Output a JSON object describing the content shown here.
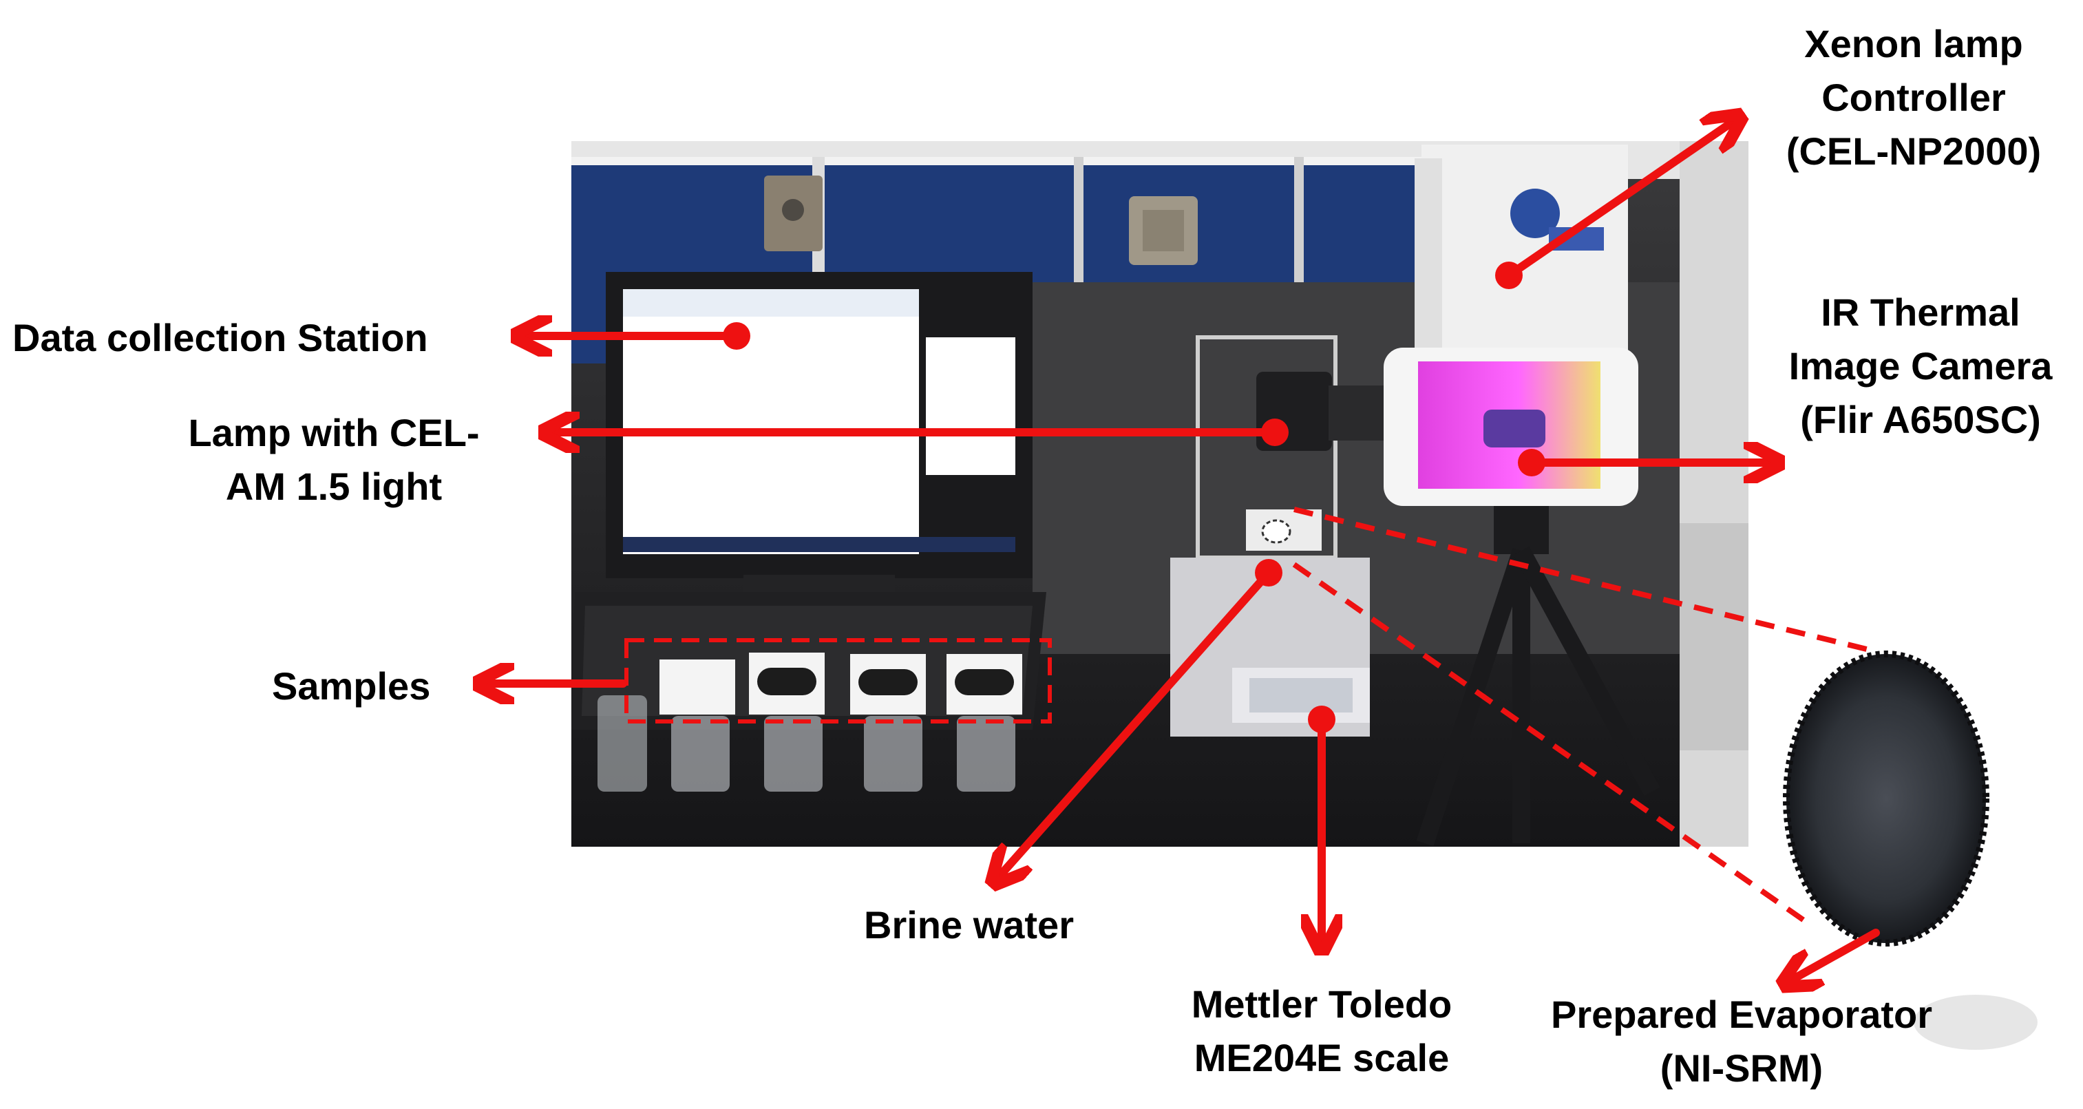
{
  "labels": {
    "xenon": [
      "Xenon lamp",
      "Controller",
      "(CEL-NP2000)"
    ],
    "data_station": "Data collection Station",
    "lamp": [
      "Lamp with CEL-",
      "AM 1.5 light"
    ],
    "ir_camera": [
      "IR Thermal",
      "Image Camera",
      "(Flir A650SC)"
    ],
    "samples": "Samples",
    "brine": "Brine water",
    "scale": [
      "Mettler Toledo",
      "ME204E scale"
    ],
    "evaporator": [
      "Prepared Evaporator",
      "(NI-SRM)"
    ]
  },
  "colors": {
    "arrow": "#ee1111",
    "photo_wall": "#1e3a78",
    "photo_bench": "#2a2a2a"
  }
}
